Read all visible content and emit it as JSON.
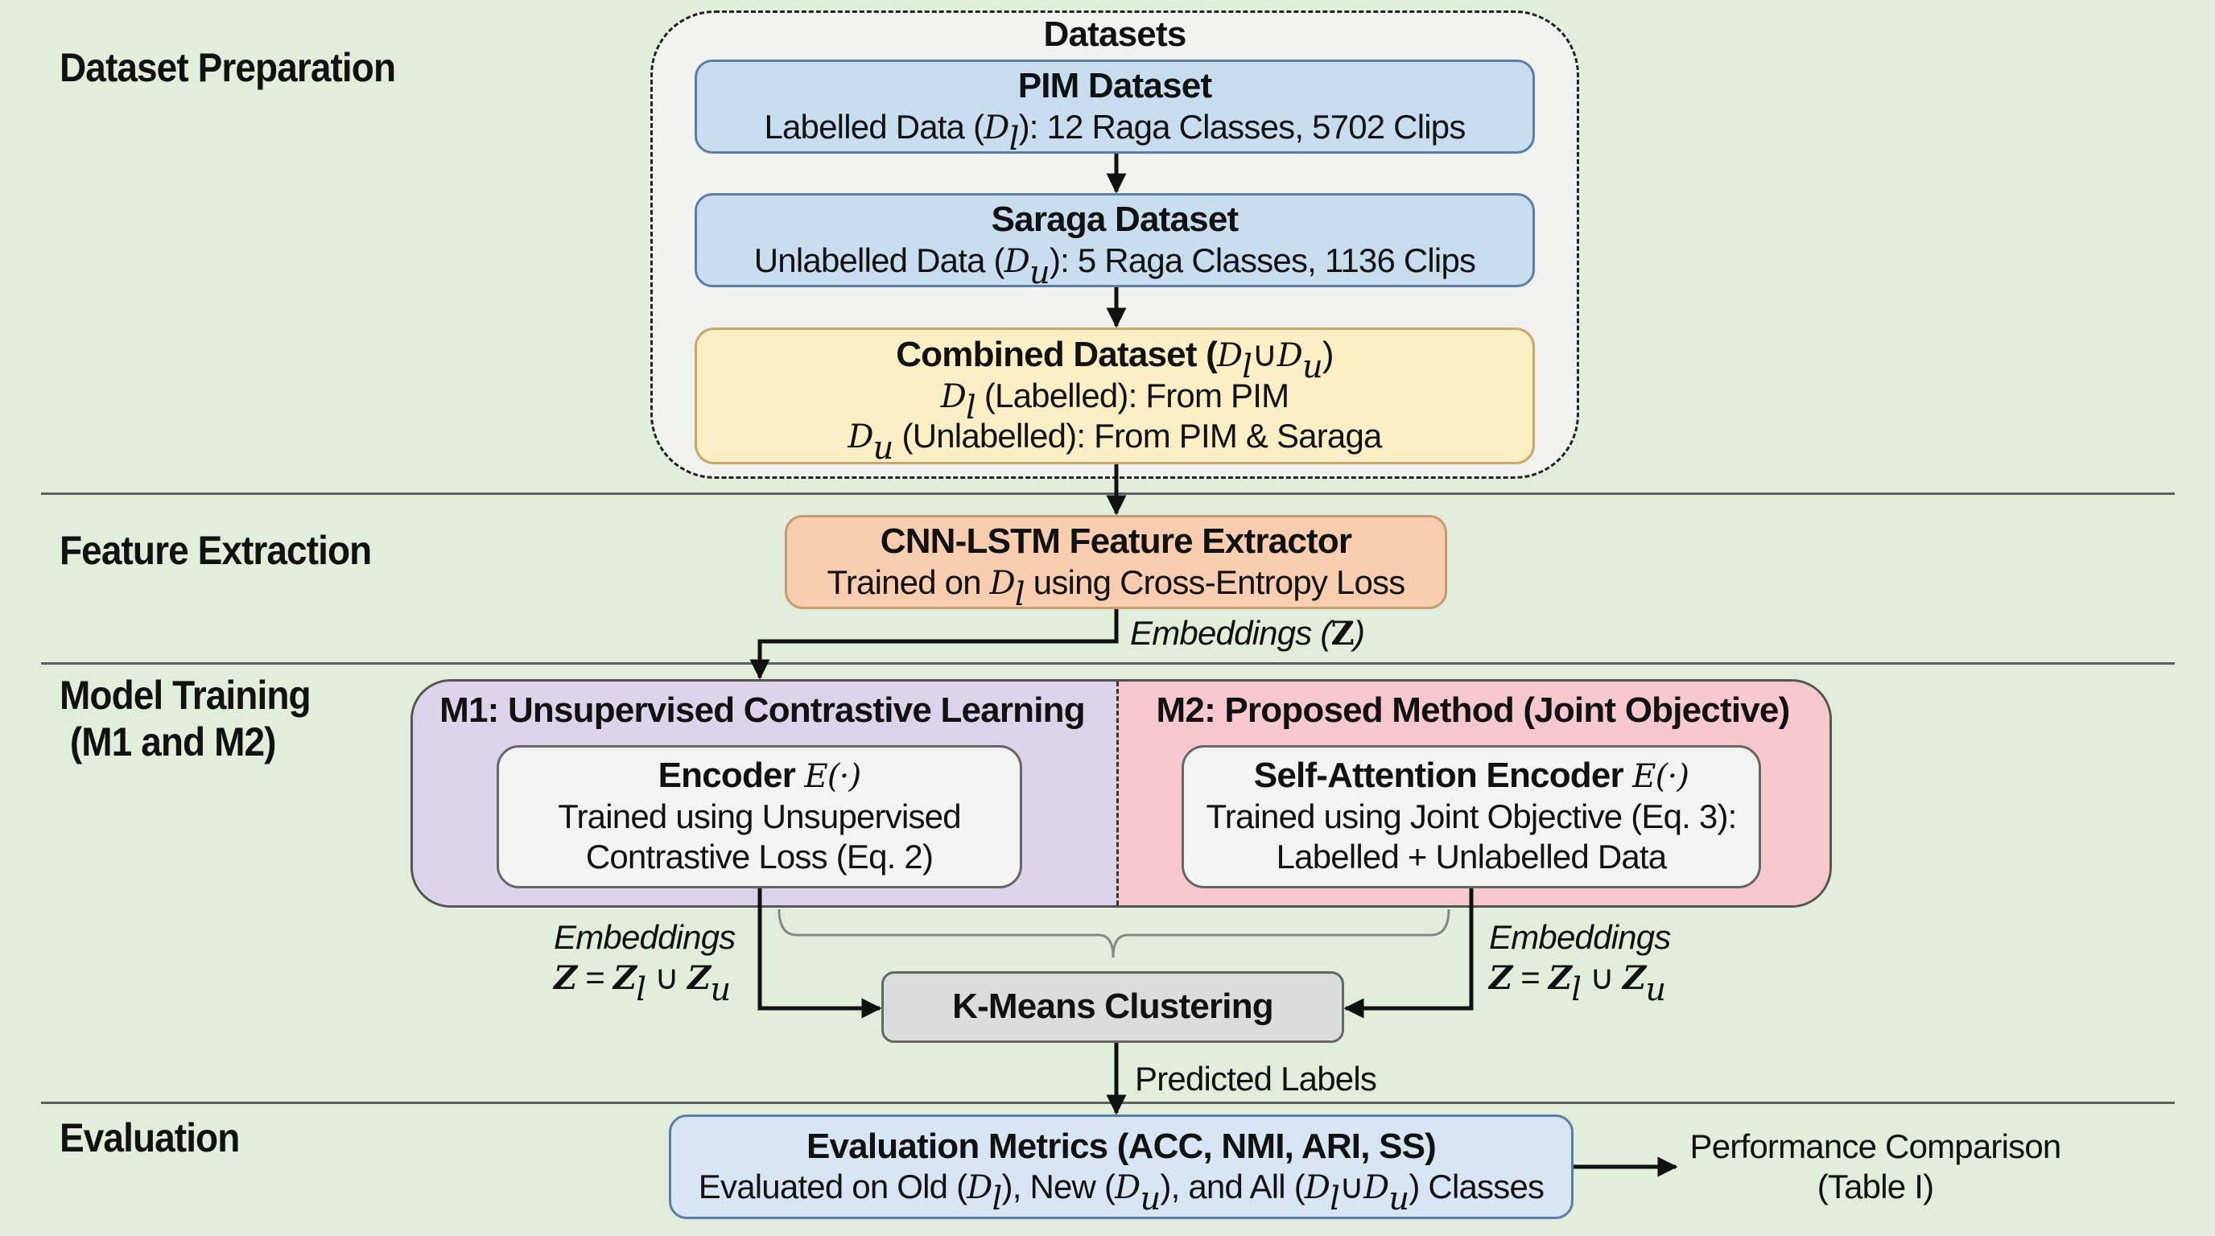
{
  "stages": {
    "dataset_preparation": "Dataset Preparation",
    "feature_extraction": "Feature Extraction",
    "model_training_line1": "Model Training",
    "model_training_line2": "(M1 and M2)",
    "evaluation": "Evaluation"
  },
  "datasets": {
    "group_title": "Datasets",
    "pim": {
      "title": "PIM Dataset",
      "desc_prefix": "Labelled Data (",
      "desc_math": "D",
      "desc_sub": "l",
      "desc_suffix": "): 12 Raga Classes, 5702 Clips"
    },
    "saraga": {
      "title": "Saraga Dataset",
      "desc_prefix": "Unlabelled Data (",
      "desc_math": "D",
      "desc_sub": "u",
      "desc_suffix": "): 5 Raga Classes, 1136 Clips"
    },
    "combined": {
      "title": "Combined Dataset (",
      "title_math": "D",
      "title_sub_l": "l",
      "title_union": "∪",
      "title_sub_u": "u",
      "title_close": ")",
      "line1_math": "D",
      "line1_sub": "l",
      "line1_text": " (Labelled): From PIM",
      "line2_math": "D",
      "line2_sub": "u",
      "line2_text": " (Unlabelled): From PIM & Saraga"
    }
  },
  "feature_extractor": {
    "title": "CNN-LSTM Feature Extractor",
    "desc_prefix": "Trained on ",
    "desc_math": "D",
    "desc_sub": "l",
    "desc_suffix": " using Cross-Entropy Loss",
    "output_label": "Embeddings (",
    "output_math": "Z",
    "output_close": ")"
  },
  "model_training": {
    "m1": {
      "header": "M1: Unsupervised Contrastive Learning",
      "encoder_title": "Encoder ",
      "encoder_math": "E(·)",
      "line1": "Trained using Unsupervised",
      "line2": "Contrastive Loss (Eq. 2)"
    },
    "m2": {
      "header": "M2: Proposed Method (Joint Objective)",
      "encoder_title": "Self-Attention Encoder ",
      "encoder_math": "E(·)",
      "line1": "Trained using Joint Objective (Eq. 3):",
      "line2": "Labelled + Unlabelled Data"
    },
    "embeddings_label": "Embeddings",
    "embeddings_eq": {
      "z": "Z",
      "eq": " = ",
      "zl": "Z",
      "l": "l",
      "union": " ∪ ",
      "zu": "Z",
      "u": "u"
    }
  },
  "clustering": {
    "title": "K-Means Clustering",
    "output_label": "Predicted Labels"
  },
  "evaluation": {
    "title": "Evaluation Metrics (ACC, NMI, ARI, SS)",
    "desc_a": "Evaluated on Old (",
    "desc_dl": "D",
    "desc_l": "l",
    "desc_b": "), New (",
    "desc_du": "D",
    "desc_u": "u",
    "desc_c": "), and All (",
    "desc_union": "∪",
    "desc_d": ") Classes",
    "result_line1": "Performance Comparison",
    "result_line2": "(Table I)"
  },
  "colors": {
    "background": "#e2eedb",
    "dataset_box": "#c9ddf1",
    "combined_box": "#fcefc6",
    "feature_box": "#f8cdb0",
    "m1_panel": "#ddd3ea",
    "m2_panel": "#f7c9ce",
    "encoder_box": "#f3f3f3",
    "kmeans_box": "#dcdcdc",
    "eval_box": "#d8e5f5"
  }
}
